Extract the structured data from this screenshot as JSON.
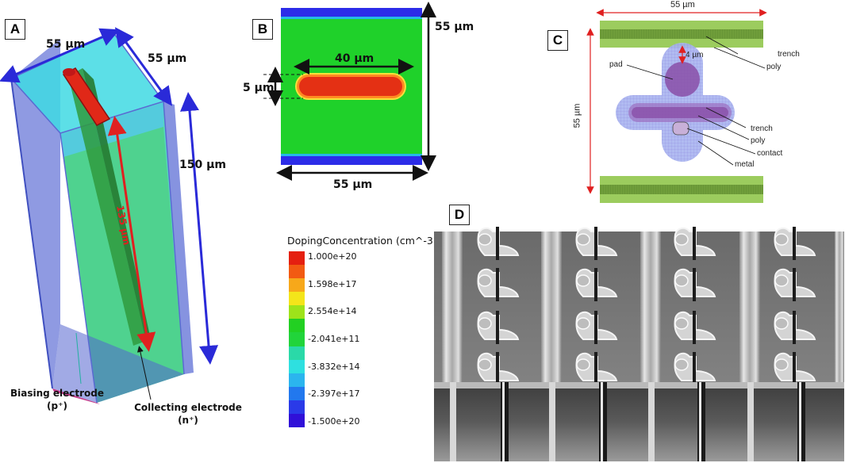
{
  "panels": {
    "a": "A",
    "b": "B",
    "c": "C",
    "d": "D"
  },
  "panel_a": {
    "dim_width": "55 µm",
    "dim_depth": "55 µm",
    "dim_height": "150 µm",
    "dim_electrode": "135 µm",
    "biasing_label": "Biasing electrode",
    "biasing_sub": "(p⁺)",
    "collecting_label": "Collecting electrode",
    "collecting_sub": "(n⁺)"
  },
  "panel_b": {
    "dim_height": "55 µm",
    "dim_width": "55 µm",
    "dim_length": "40 µm",
    "dim_thickness": "5 µm"
  },
  "panel_c": {
    "dim_top": "55 µm",
    "dim_side": "55 µm",
    "dim_gap": "4 µm",
    "labels": {
      "trench_top": "trench",
      "poly_top": "poly",
      "pad": "pad",
      "trench_mid": "trench",
      "poly_mid": "poly",
      "contact": "contact",
      "metal": "metal"
    },
    "colors": {
      "trench": "#9ccc5e",
      "metal": "#8e9be8",
      "pad": "#8a4fa8"
    }
  },
  "colorbar": {
    "title": "DopingConcentration (cm^-3",
    "ticks": [
      "1.000e+20",
      "1.598e+17",
      "2.554e+14",
      "-2.041e+11",
      "-3.832e+14",
      "-2.397e+17",
      "-1.500e+20"
    ],
    "colors": [
      "#e52010",
      "#f25a12",
      "#f7a81a",
      "#f4e51a",
      "#9ee31a",
      "#22d022",
      "#21d43a",
      "#2ad9a8",
      "#2ee0e0",
      "#2bb5ee",
      "#2278ee",
      "#2a3ae8",
      "#3010d8"
    ]
  }
}
